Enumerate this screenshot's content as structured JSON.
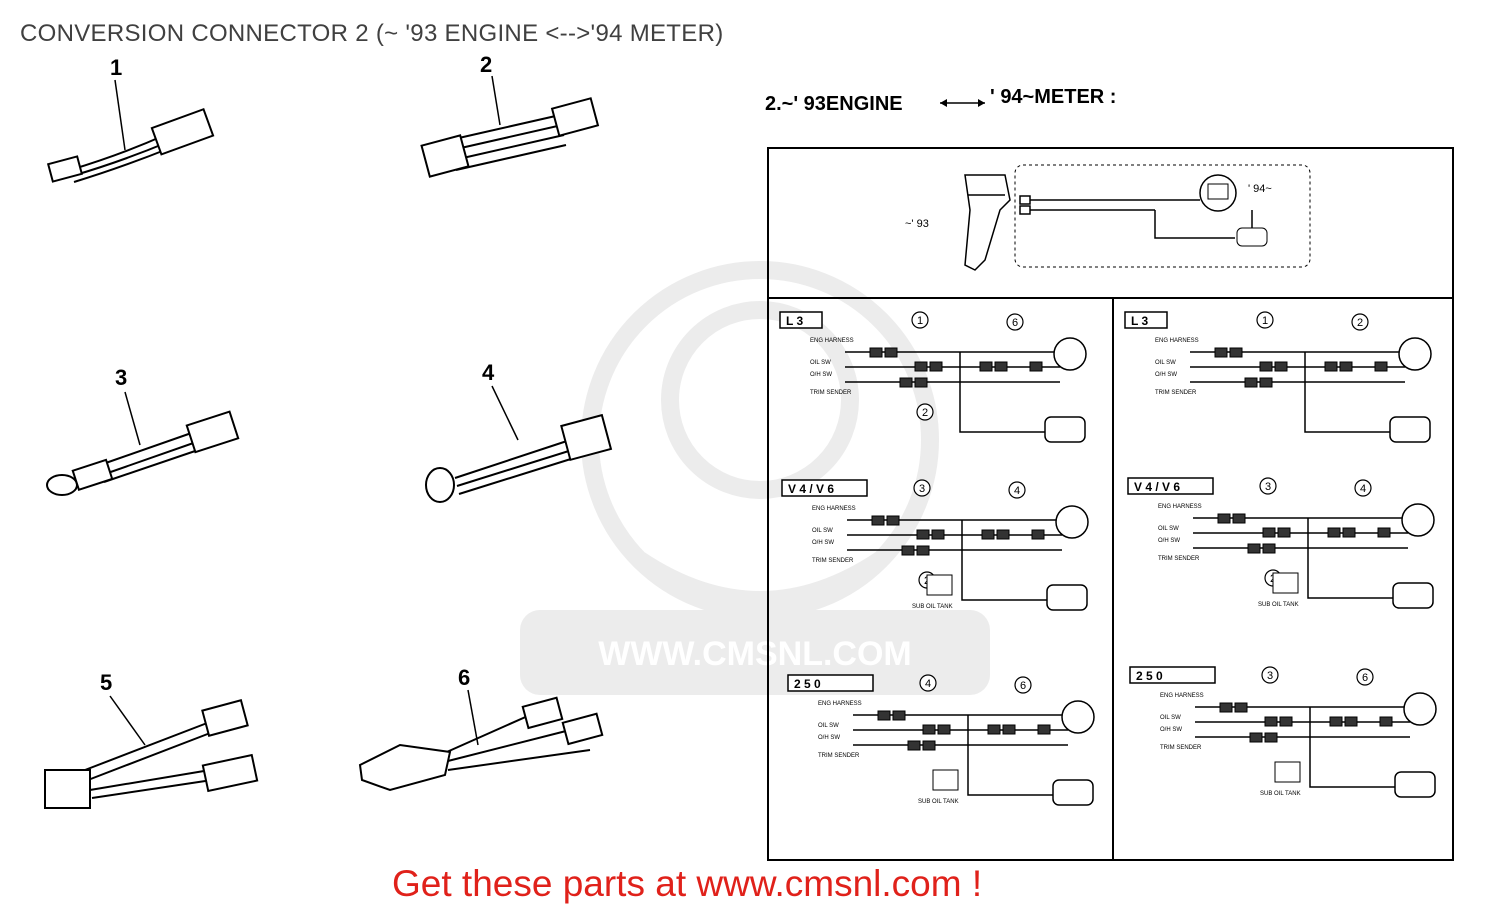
{
  "page_title": "CONVERSION CONNECTOR 2 (~ '93 ENGINE <-->'94 METER)",
  "diagram": {
    "heading_left": "2.~' 93ENGINE",
    "heading_right": "' 94~METER :",
    "label_93": "~' 93",
    "label_94": "' 94~",
    "part_numbers": [
      "1",
      "2",
      "3",
      "4",
      "5",
      "6"
    ],
    "panels": [
      {
        "model": "L 3",
        "callouts": [
          "1",
          "6",
          "2"
        ]
      },
      {
        "model": "L 3",
        "callouts": [
          "1",
          "2"
        ]
      },
      {
        "model": "V 4 / V 6",
        "callouts": [
          "3",
          "4",
          "2"
        ]
      },
      {
        "model": "V 4 / V 6",
        "callouts": [
          "3",
          "4",
          "2"
        ]
      },
      {
        "model": "2 5 0",
        "callouts": [
          "4",
          "6"
        ]
      },
      {
        "model": "2 5 0",
        "callouts": [
          "3",
          "6"
        ]
      }
    ],
    "wire_labels": {
      "eng_harness": "ENG HARNESS",
      "oil_sw": "OIL SW",
      "oh_sw": "O/H SW",
      "trim_sender": "TRIM SENDER",
      "sub_oil_tank": "SUB OIL TANK"
    }
  },
  "watermark": "WWW.CMSNL.COM",
  "footer_text": "Get these parts at www.cmsnl.com !",
  "colors": {
    "footer": "#e0211a",
    "title": "#404040",
    "watermark": "#e6e6e6"
  }
}
